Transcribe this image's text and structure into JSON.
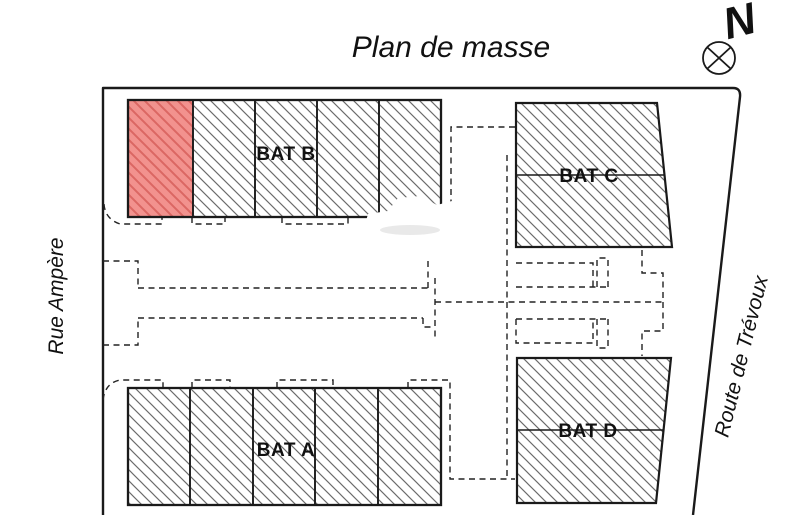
{
  "title": "Plan de masse",
  "compass": {
    "letter": "N"
  },
  "streets": {
    "left": "Rue Ampère",
    "right": "Route de Trévoux"
  },
  "buildings": {
    "a": {
      "label": "BAT A"
    },
    "b": {
      "label": "BAT B"
    },
    "c": {
      "label": "BAT C"
    },
    "d": {
      "label": "BAT D"
    }
  },
  "highlight": {
    "building": "BAT B",
    "unit_index": 1,
    "status_color": "#F2928E"
  },
  "colors": {
    "highlight_fill": "#F2928E",
    "highlight_hatch": "#DB6763",
    "hatch_gray": "#6B6B6B",
    "line_black": "#1A1A1A"
  }
}
